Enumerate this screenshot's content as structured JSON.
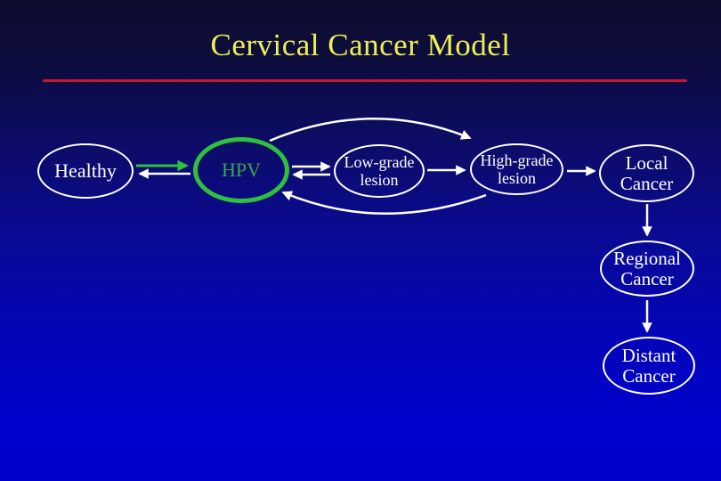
{
  "slide": {
    "title": "Cervical Cancer Model",
    "title_color": "#eeee55",
    "divider_color": "#c81828",
    "background_top": "#0d0d2f",
    "background_bottom": "#0000ce"
  },
  "nodes": {
    "healthy": {
      "line1": "Healthy",
      "line2": "",
      "border_color": "#ffffff",
      "text_color": "#ffffff"
    },
    "hpv": {
      "line1": "HPV",
      "line2": "",
      "border_color": "#2ec23c",
      "text_color": "#3aa64a"
    },
    "low": {
      "line1": "Low-grade",
      "line2": "lesion",
      "border_color": "#ffffff",
      "text_color": "#ffffff"
    },
    "high": {
      "line1": "High-grade",
      "line2": "lesion",
      "border_color": "#ffffff",
      "text_color": "#ffffff"
    },
    "local": {
      "line1": "Local",
      "line2": "Cancer",
      "border_color": "#ffffff",
      "text_color": "#ffffff"
    },
    "regional": {
      "line1": "Regional",
      "line2": "Cancer",
      "border_color": "#ffffff",
      "text_color": "#ffffff"
    },
    "distant": {
      "line1": "Distant",
      "line2": "Cancer",
      "border_color": "#ffffff",
      "text_color": "#ffffff"
    }
  },
  "edges": [
    {
      "from": "healthy",
      "to": "hpv",
      "color": "#2ec23c",
      "style": "straight"
    },
    {
      "from": "hpv",
      "to": "healthy",
      "color": "#ffffff",
      "style": "straight"
    },
    {
      "from": "hpv",
      "to": "low",
      "color": "#ffffff",
      "style": "straight"
    },
    {
      "from": "low",
      "to": "hpv",
      "color": "#ffffff",
      "style": "straight"
    },
    {
      "from": "low",
      "to": "high",
      "color": "#ffffff",
      "style": "straight"
    },
    {
      "from": "high",
      "to": "local",
      "color": "#ffffff",
      "style": "straight"
    },
    {
      "from": "local",
      "to": "regional",
      "color": "#ffffff",
      "style": "straight-down"
    },
    {
      "from": "regional",
      "to": "distant",
      "color": "#ffffff",
      "style": "straight-down"
    },
    {
      "from": "hpv",
      "to": "high",
      "color": "#ffffff",
      "style": "arc-over"
    },
    {
      "from": "high",
      "to": "hpv",
      "color": "#ffffff",
      "style": "arc-under"
    }
  ]
}
